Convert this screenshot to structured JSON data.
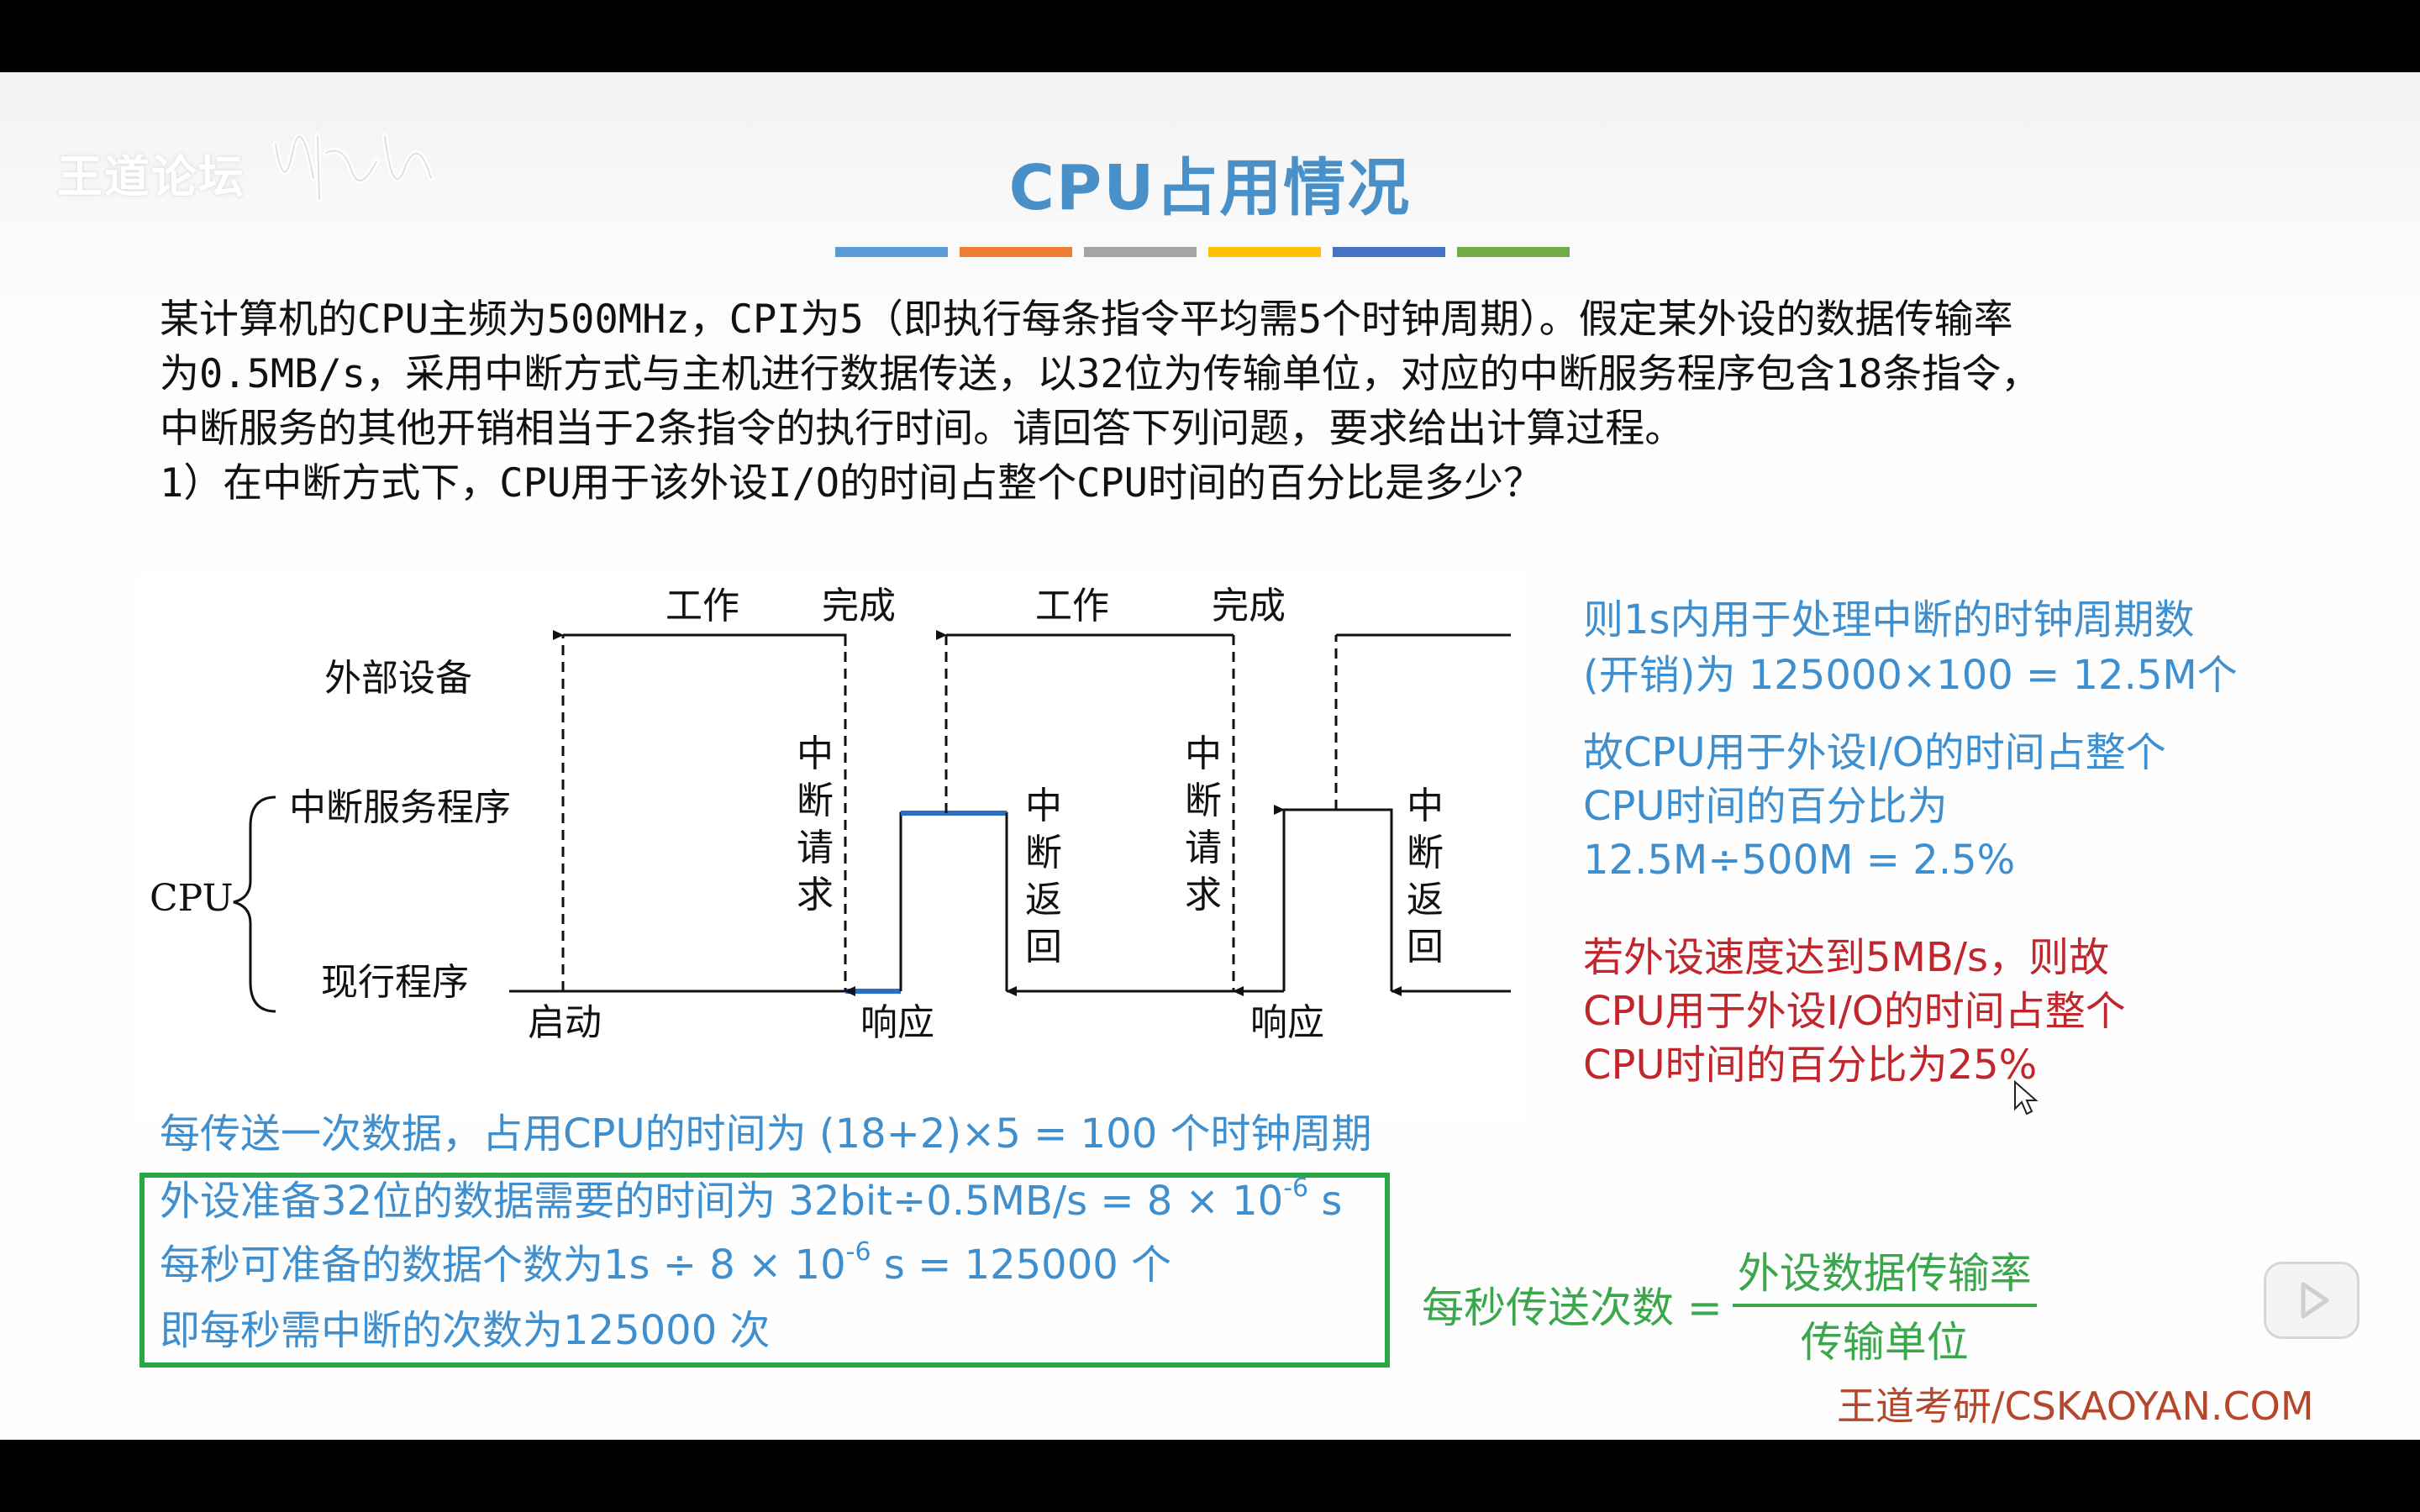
{
  "watermark": {
    "text": "王道论坛"
  },
  "title": "CPU占用情况",
  "title_bar_colors": [
    "#5b9bd5",
    "#ed7d31",
    "#a5a5a5",
    "#ffc000",
    "#4472c4",
    "#70ad47"
  ],
  "problem": {
    "line1": "某计算机的CPU主频为500MHz，CPI为5（即执行每条指令平均需5个时钟周期）。假定某外设的数据传输率",
    "line2": "为0.5MB/s，采用中断方式与主机进行数据传送，以32位为传输单位，对应的中断服务程序包含18条指令，",
    "line3": "中断服务的其他开销相当于2条指令的执行时间。请回答下列问题，要求给出计算过程。",
    "line4": "1）在中断方式下，CPU用于该外设I/O的时间占整个CPU时间的百分比是多少？"
  },
  "diagram": {
    "device_label": "外部设备",
    "isr_label": "中断服务程序",
    "cpu_label": "CPU",
    "main_label": "现行程序",
    "work1": "工作",
    "done1": "完成",
    "work2": "工作",
    "done2": "完成",
    "start": "启动",
    "resp1": "响应",
    "resp2": "响应",
    "irq1": [
      "中",
      "断",
      "请",
      "求"
    ],
    "ret1": [
      "中",
      "断",
      "返",
      "回"
    ],
    "irq2": [
      "中",
      "断",
      "请",
      "求"
    ],
    "ret2": [
      "中",
      "断",
      "返",
      "回"
    ]
  },
  "right": {
    "b1": "则1s内用于处理中断的时钟周期数",
    "b2": "(开销)为 125000×100 = 12.5M个",
    "b3": "故CPU用于外设I/O的时间占整个",
    "b4": "CPU时间的百分比为",
    "b5": "12.5M÷500M = 2.5%",
    "r1": "若外设速度达到5MB/s，则故",
    "r2": "CPU用于外设I/O的时间占整个",
    "r3": "CPU时间的百分比为25%"
  },
  "per_transfer": "每传送一次数据，占用CPU的时间为 (18+2)×5 = 100 个时钟周期",
  "box": {
    "l1_a": "外设准备32位的数据需要的时间为 32bit÷0.5MB/s = 8 × 10",
    "l1_sup": "-6",
    "l1_b": " s",
    "l2_a": "每秒可准备的数据个数为1s ÷ 8 × 10",
    "l2_sup": "-6",
    "l2_b": " s = 125000 个",
    "l3": "即每秒需中断的次数为125000 次"
  },
  "formula": {
    "lhs": "每秒传送次数 =",
    "num": "外设数据传输率",
    "den": "传输单位"
  },
  "brand": "王道考研/CSKAOYAN.COM",
  "icons": {
    "play": "play-icon",
    "cursor": "cursor-icon"
  }
}
